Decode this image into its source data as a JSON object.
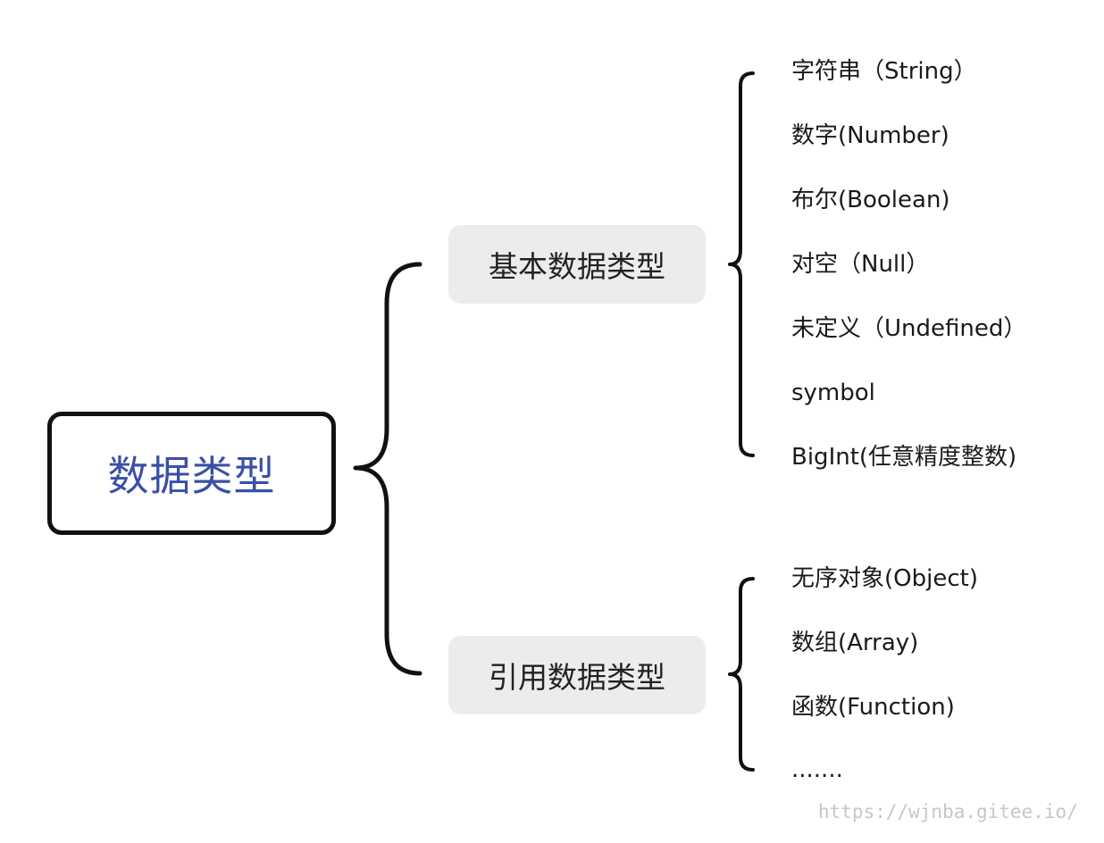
{
  "root": {
    "label": "数据类型"
  },
  "categories": [
    {
      "label": "基本数据类型",
      "items": [
        "字符串（String）",
        "数字(Number)",
        "布尔(Boolean)",
        "对空（Null）",
        "未定义（Undefined）",
        "symbol",
        "BigInt(任意精度整数)"
      ]
    },
    {
      "label": "引用数据类型",
      "items": [
        "无序对象(Object)",
        "数组(Array)",
        "函数(Function)",
        "......."
      ]
    }
  ],
  "watermark": "https://wjnba.gitee.io/",
  "colors": {
    "root_text": "#3a4fa6",
    "category_bg": "#ececec",
    "stroke": "#111111",
    "watermark": "#c7c7c7"
  }
}
